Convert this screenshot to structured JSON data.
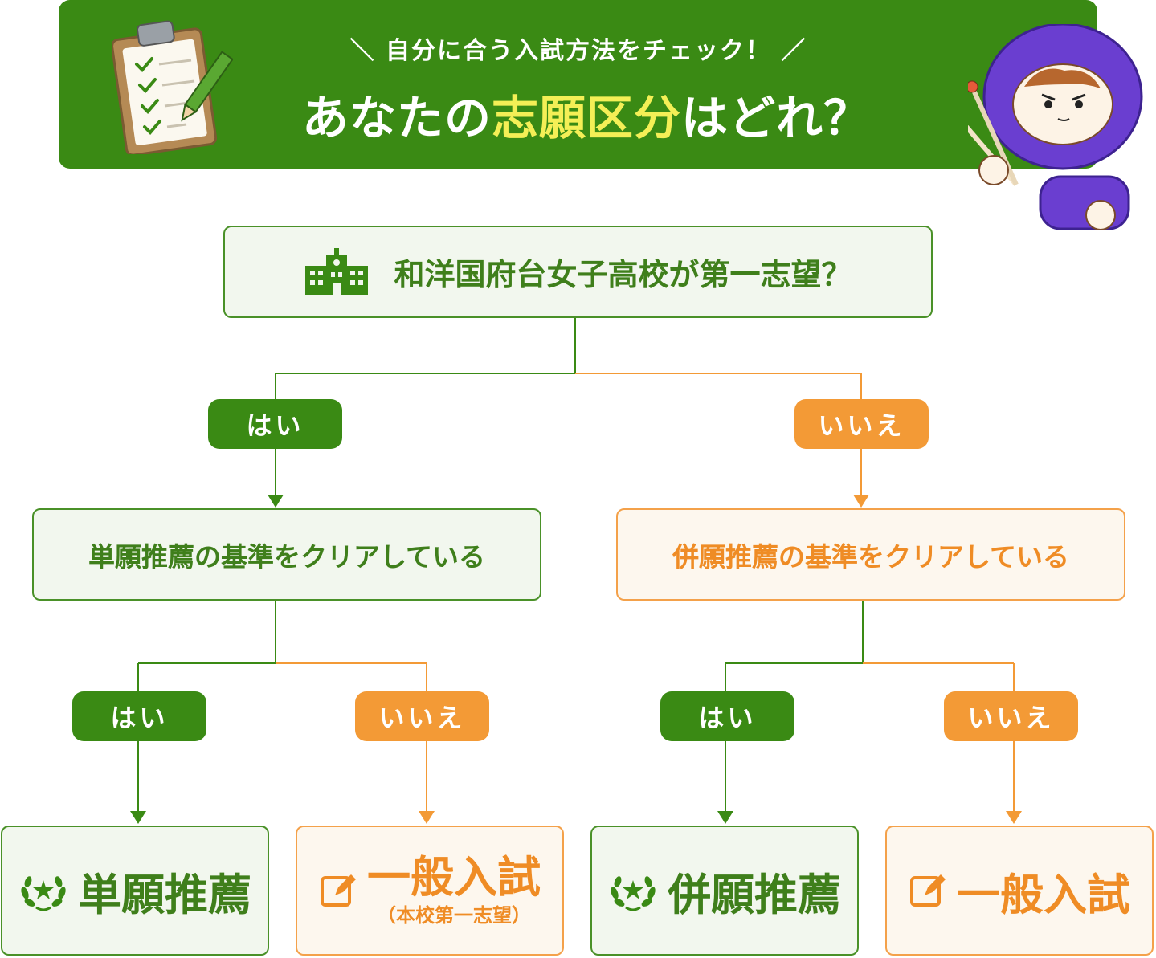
{
  "header": {
    "subtitle": "＼ 自分に合う入試方法をチェック！ ／",
    "title_pre": "あなたの",
    "title_highlight": "志願区分",
    "title_post": "はどれ？"
  },
  "colors": {
    "green": "#3a8a14",
    "orange": "#f39a36",
    "highlight": "#f4ef56"
  },
  "icons": {
    "header_left": "clipboard-checklist-icon",
    "header_right": "ninja-mascot-icon",
    "root": "school-building-icon",
    "recommendation": "laurel-star-icon",
    "general": "edit-note-icon"
  },
  "nodes": {
    "root": "和洋国府台女子高校が第一志望？",
    "left_question": "単願推薦の基準をクリアしている",
    "right_question": "併願推薦の基準をクリアしている"
  },
  "labels": {
    "yes": "はい",
    "no": "いいえ"
  },
  "results": {
    "r1": "単願推薦",
    "r2_main": "一般入試",
    "r2_sub": "（本校第一志望）",
    "r3": "併願推薦",
    "r4": "一般入試"
  }
}
